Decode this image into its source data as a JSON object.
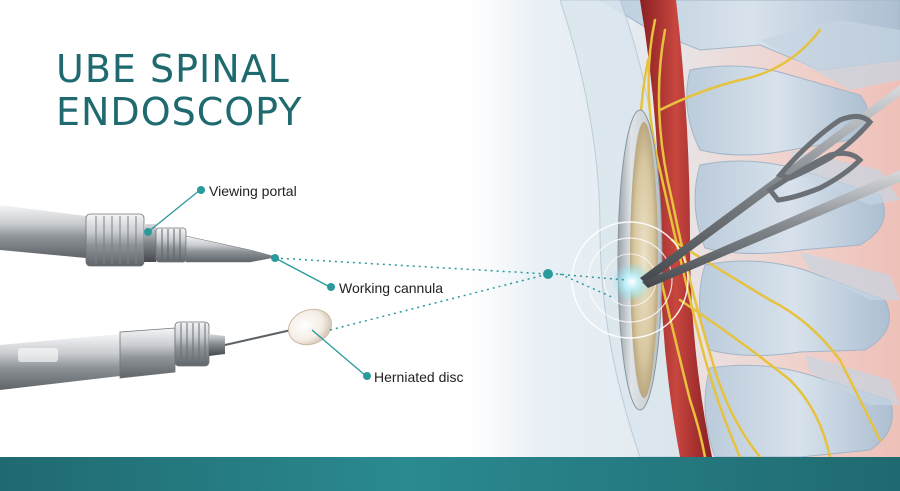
{
  "title": {
    "line1": "UBE SPINAL",
    "line2": "ENDOSCOPY"
  },
  "callouts": {
    "viewing_portal": "Viewing portal",
    "working_cannula": "Working cannula",
    "herniated_disc": "Herniated disc"
  },
  "colors": {
    "title": "#1f6a6e",
    "accent_teal": "#2a9a9c",
    "footer_bar": "#2a8a90",
    "spinal_cord": "#b83a3a",
    "nerves": "#e8c440",
    "bone": "#c8d8e6"
  }
}
